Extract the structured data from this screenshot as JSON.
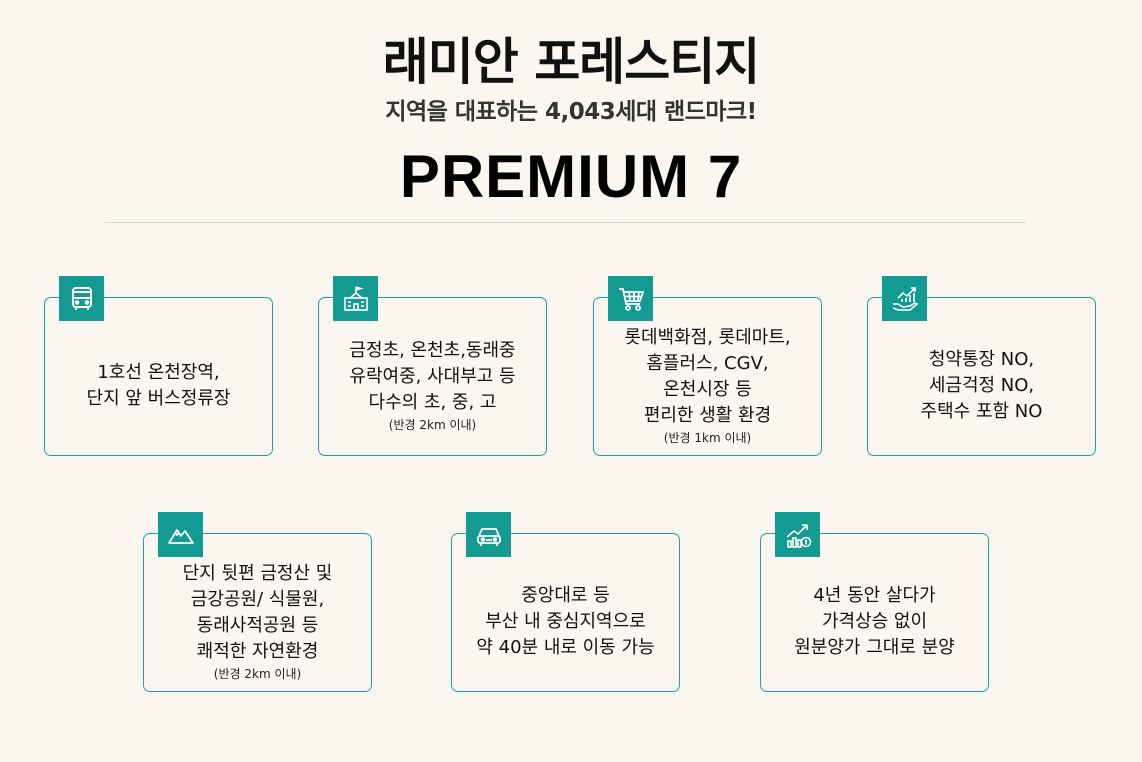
{
  "title": "래미안 포레스티지",
  "subtitle": "지역을 대표하는 4,043세대 랜드마크!",
  "headline": "PREMIUM 7",
  "accent_color": "#139a93",
  "cards": [
    {
      "icon": "bus-icon",
      "lines": [
        "1호선 온천장역,",
        "단지 앞 버스정류장"
      ],
      "note": ""
    },
    {
      "icon": "school-icon",
      "lines": [
        "금정초, 온천초,동래중",
        "유락여중, 사대부고 등",
        "다수의 초, 중, 고"
      ],
      "note": "(반경 2km 이내)"
    },
    {
      "icon": "shopping-cart-icon",
      "lines": [
        "롯데백화점, 롯데마트,",
        "홈플러스, CGV,",
        "온천시장 등",
        "편리한 생활 환경"
      ],
      "note": "(반경 1km 이내)"
    },
    {
      "icon": "growth-hand-icon",
      "lines": [
        "청약통장 NO,",
        "세금걱정 NO,",
        "주택수 포함 NO"
      ],
      "note": ""
    },
    {
      "icon": "mountain-icon",
      "lines": [
        "단지 뒷편 금정산 및",
        "금강공원/ 식물원,",
        "동래사적공원 등",
        "쾌적한 자연환경"
      ],
      "note": "(반경 2km 이내)"
    },
    {
      "icon": "car-icon",
      "lines": [
        "중앙대로 등",
        "부산 내 중심지역으로",
        "약 40분 내로 이동 가능"
      ],
      "note": ""
    },
    {
      "icon": "chart-growth-icon",
      "lines": [
        "4년 동안 살다가",
        "가격상승 없이",
        "원분양가 그대로 분양"
      ],
      "note": ""
    }
  ]
}
